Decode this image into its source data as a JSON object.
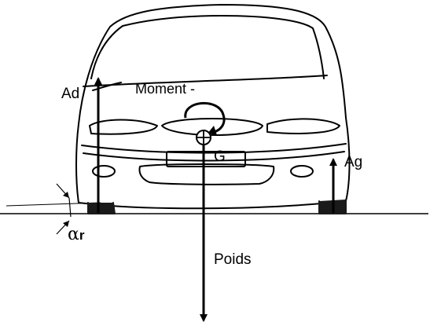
{
  "labels": {
    "ad": "Ad",
    "ag": "Ag",
    "moment": "Moment -",
    "center": "G",
    "weight": "Poids",
    "angle_symbol": "α",
    "angle_subscript": "r"
  },
  "icons": {
    "moment_arrow": "curved-rotation-arrow-icon",
    "center_of_gravity": "circled-cross-icon"
  },
  "colors": {
    "ink": "#000000",
    "background": "#ffffff"
  }
}
